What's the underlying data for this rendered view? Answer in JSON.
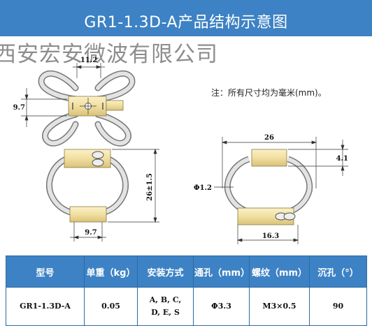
{
  "header": {
    "title": "GR1-1.3D-A产品结构示意图"
  },
  "watermark": "西安宏安微波有限公司",
  "note": "注：所有尺寸均为毫米(mm)。",
  "dimensions": {
    "top_width": "11.2",
    "top_height": "9.7",
    "mid_height": "26±1.5",
    "mid_width": "9.7",
    "right_width": "26",
    "right_tab": "4.1",
    "right_hole": "Φ1.2",
    "right_bottom": "16.3"
  },
  "table": {
    "headers": [
      "型号",
      "单重（kg）",
      "安装方式",
      "通孔（mm）",
      "螺纹（mm）",
      "沉孔（°）"
    ],
    "row": {
      "model": "GR1-1.3D-A",
      "weight": "0.05",
      "mount_line1": "A, B, C,",
      "mount_line2": "D, E, S",
      "through_hole": "Φ3.3",
      "thread": "M3×0.5",
      "countersink": "90"
    }
  },
  "colors": {
    "header_blue": "#3d82c4",
    "block_fill": "#f1dfa0",
    "cable": "#d8d8d8"
  }
}
